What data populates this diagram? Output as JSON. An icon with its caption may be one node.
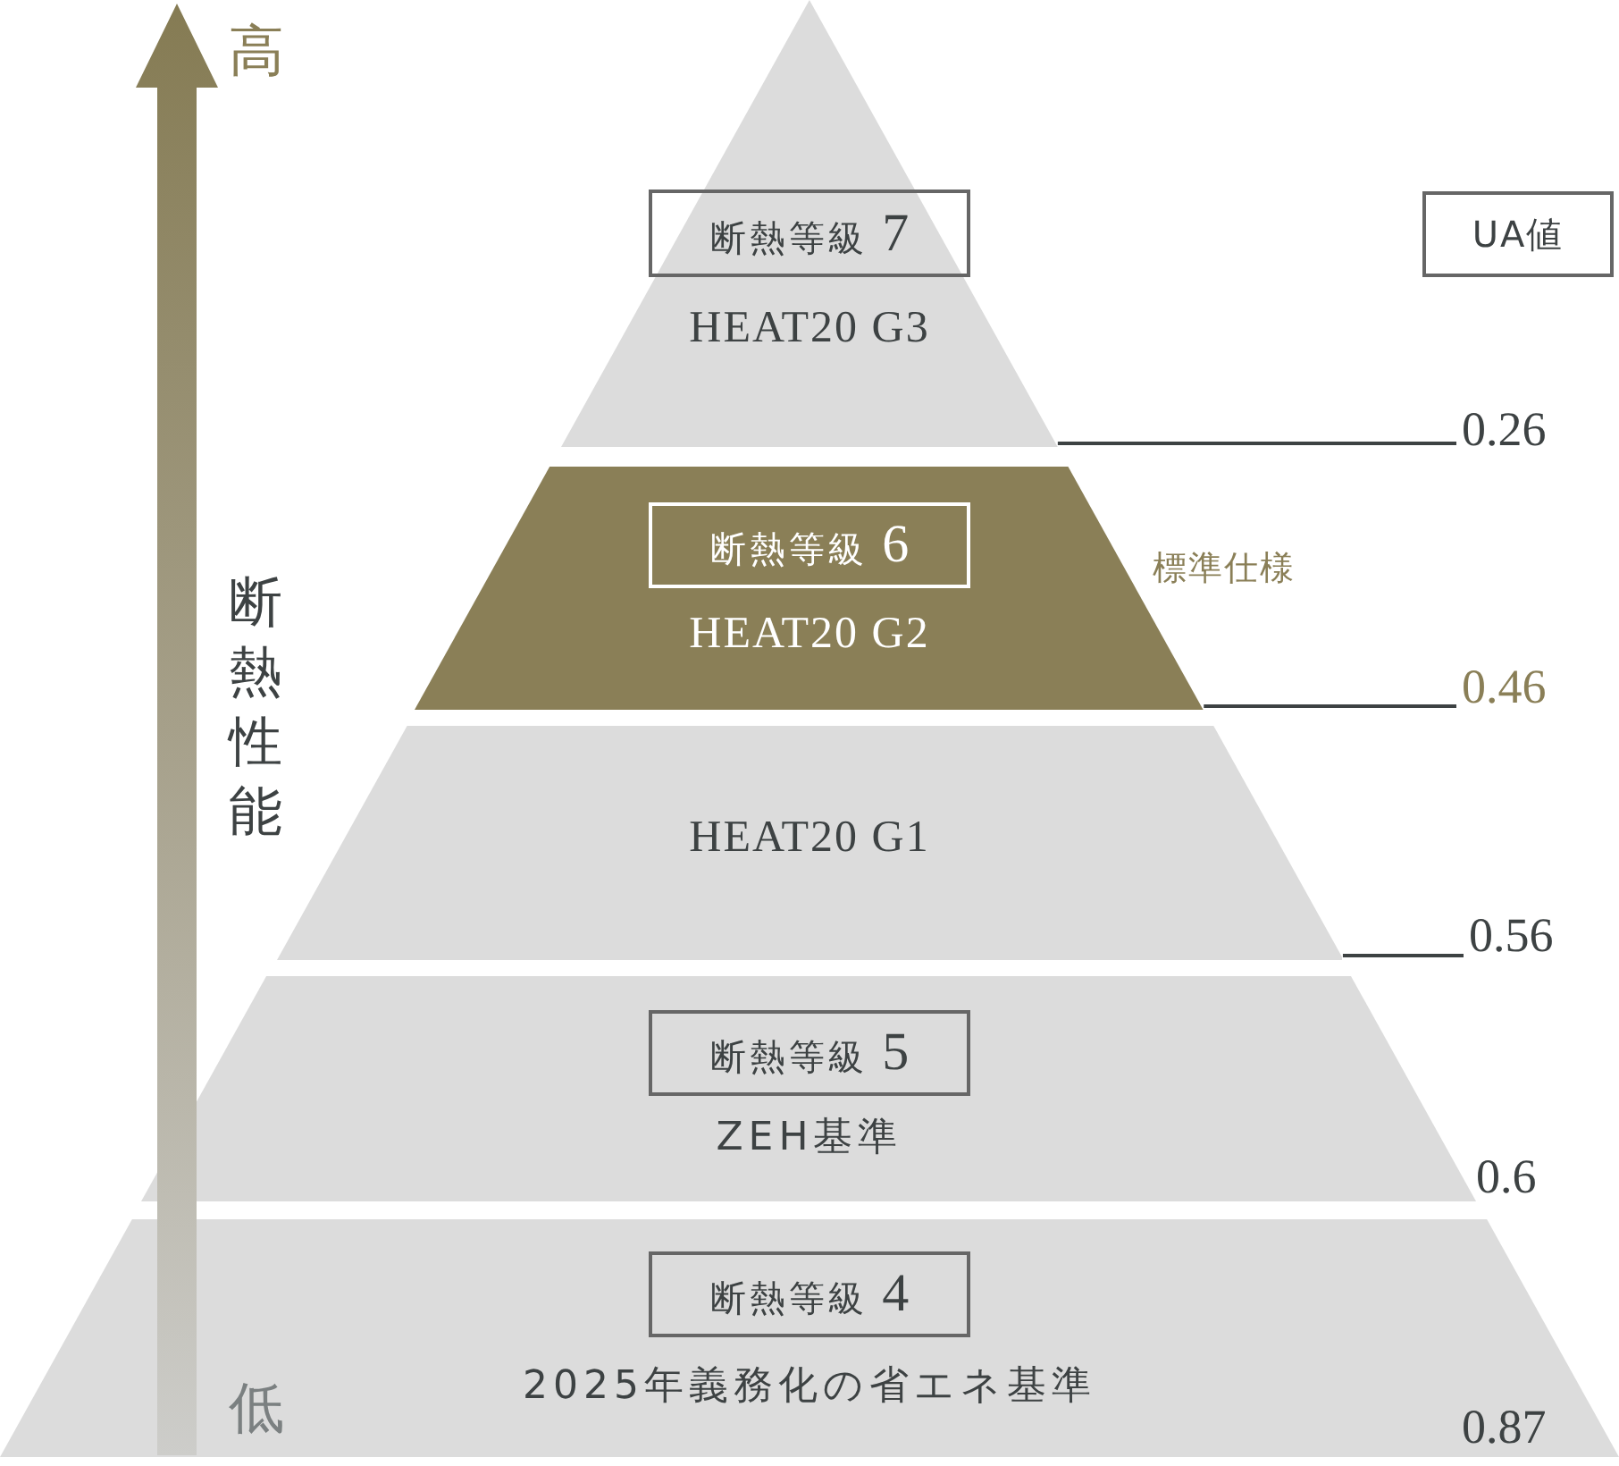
{
  "diagram": {
    "nodes": [
      {
        "text": [
          "HEAT20 G3"
        ]
      },
      {
        "text": [
          "断熱等級 7"
        ],
        "in": 0
      },
      {
        "text": [
          "HEAT20 G2"
        ],
        "beside": [
          "標準仕様"
        ]
      },
      {
        "text": [
          "断熱等級 6"
        ],
        "in": 2
      },
      {
        "text": [
          "HEAT20 G1"
        ]
      },
      {
        "text": [
          "ZEH基準"
        ]
      },
      {
        "text": [
          "断熱等級 5"
        ],
        "in": 5
      },
      {
        "text": [
          "2025年義務化の省エネ基準"
        ]
      },
      {
        "text": [
          "断熱等級 4"
        ],
        "in": 7
      },
      {
        "text": [
          "UA値"
        ]
      },
      {
        "text": [
          "0.26"
        ]
      },
      {
        "text": [
          "0.46"
        ]
      },
      {
        "text": [
          "0.56"
        ]
      }
    ],
    "edges": [
      {
        "from": 10,
        "to": 0,
        "arrow": "none"
      },
      {
        "from": 11,
        "to": 2,
        "arrow": "none"
      },
      {
        "from": 12,
        "to": 4,
        "arrow": "none"
      }
    ],
    "labels": [
      "高",
      "断熱性能",
      "0.6",
      "低",
      "0.87"
    ]
  }
}
